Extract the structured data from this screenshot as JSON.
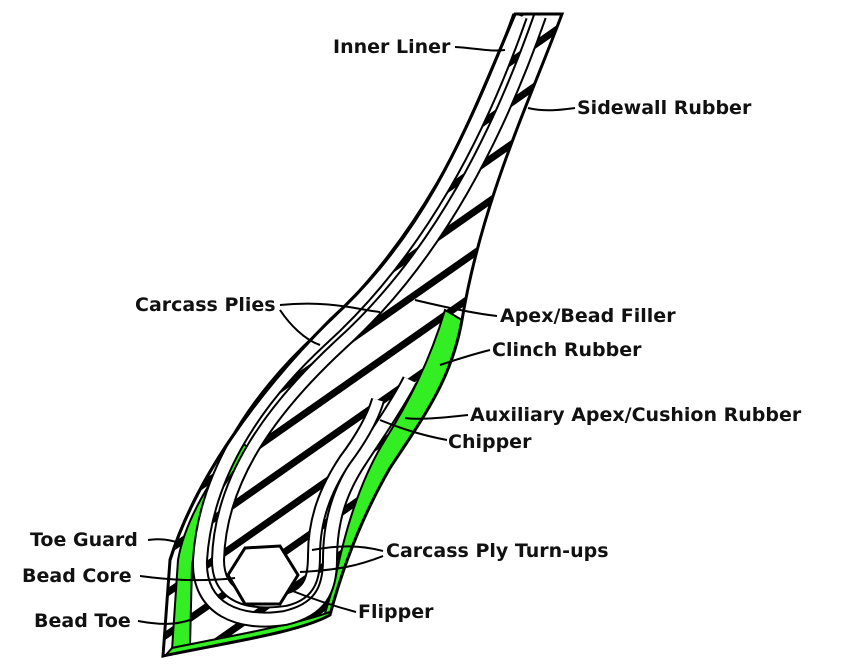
{
  "title": "Tire bead and sidewall cross-section",
  "colors": {
    "rubber_green": "#33ee22",
    "stroke": "#000000",
    "background": "#ffffff"
  },
  "labels": {
    "inner_liner": "Inner Liner",
    "sidewall_rubber": "Sidewall Rubber",
    "carcass_plies": "Carcass Plies",
    "apex_bead_filler": "Apex/Bead Filler",
    "clinch_rubber": "Clinch Rubber",
    "auxiliary_apex": "Auxiliary Apex/Cushion Rubber",
    "chipper": "Chipper",
    "toe_guard": "Toe Guard",
    "carcass_ply_turnups": "Carcass Ply Turn-ups",
    "bead_core": "Bead Core",
    "flipper": "Flipper",
    "bead_toe": "Bead Toe"
  }
}
